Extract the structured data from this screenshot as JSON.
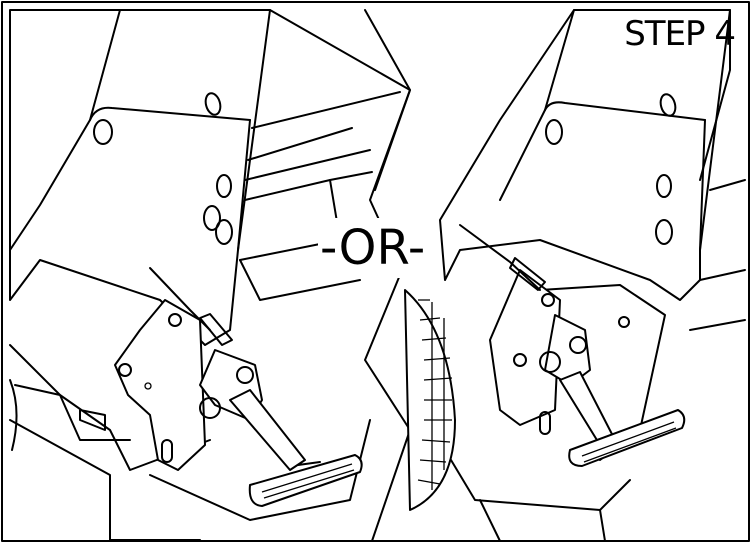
{
  "figure": {
    "step_label": "STEP 4",
    "separator_label": "-OR-"
  },
  "colors": {
    "line": "#000000",
    "background": "#ffffff"
  },
  "panels": [
    {
      "name": "left-variant",
      "depicts": "pedal-latch-mounted-assembly"
    },
    {
      "name": "right-variant",
      "depicts": "pedal-latch-mounted-assembly"
    }
  ]
}
